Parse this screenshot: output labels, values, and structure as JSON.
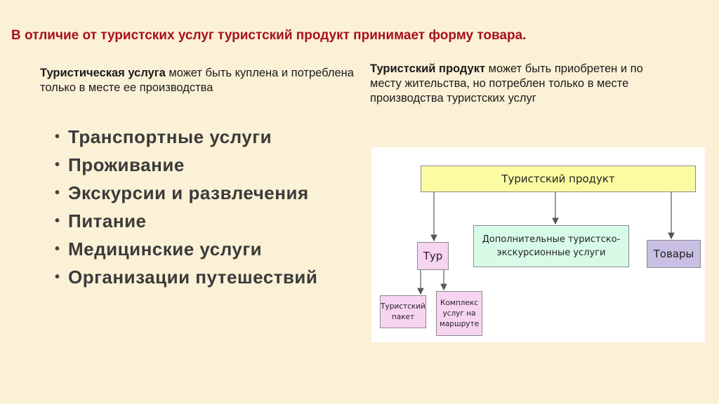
{
  "slide": {
    "title": "В отличие от туристских услуг туристский продукт принимает форму товара."
  },
  "left": {
    "intro_bold": "Туристическая услуга",
    "intro_text": " может быть куплена и потреблена только в месте ее производства",
    "bullets": [
      "Транспортные услуги",
      "Проживание",
      "Экскурсии и развлечения",
      "Питание",
      "Медицинские услуги",
      "Организации путешествий"
    ]
  },
  "right": {
    "intro_bold": "Туристский продукт",
    "intro_text": " может быть приобретен и по месту жительства, но потреблен только в месте производства туристских услуг"
  },
  "diagram": {
    "product": "Туристский продукт",
    "extra_line1": "Дополнительные туристско-",
    "extra_line2": "экскурсионные услуги",
    "goods": "Товары",
    "tour": "Тур",
    "package_line1": "Туристский",
    "package_line2": "пакет",
    "complex_line1": "Комплекс",
    "complex_line2": "услуг на",
    "complex_line3": "маршруте"
  },
  "colors": {
    "title": "#a8101b",
    "background": "#fbf1d6",
    "product_box": "#fbfba2",
    "extra_box": "#d8fbe8",
    "goods_box": "#c8bfe3",
    "tour_box": "#f7d4f2"
  }
}
